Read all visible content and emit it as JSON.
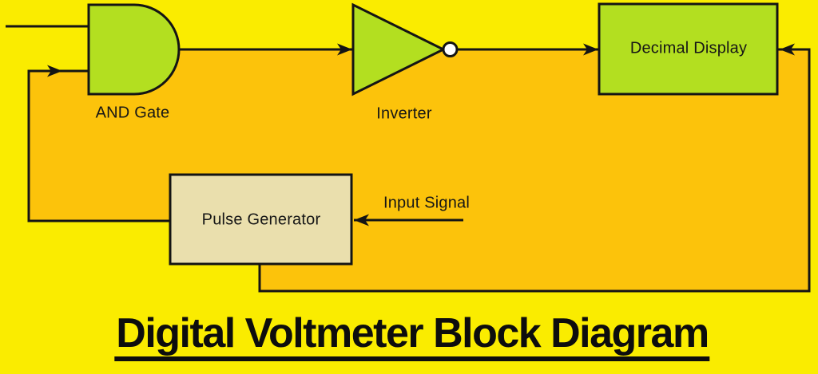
{
  "title": "Digital Voltmeter Block Diagram",
  "diagram": {
    "labels": {
      "and_gate": "AND Gate",
      "inverter": "Inverter",
      "decimal_display": "Decimal Display",
      "pulse_generator": "Pulse Generator",
      "input_signal": "Input Signal"
    },
    "colors": {
      "background": "#FAEC00",
      "loop_panel": "#FCC30B",
      "logic_symbol_fill": "#B3DF20",
      "pulse_generator_fill": "#EADFAD",
      "line": "#141414",
      "inverter_bubble_fill": "#FFFFFF"
    }
  }
}
